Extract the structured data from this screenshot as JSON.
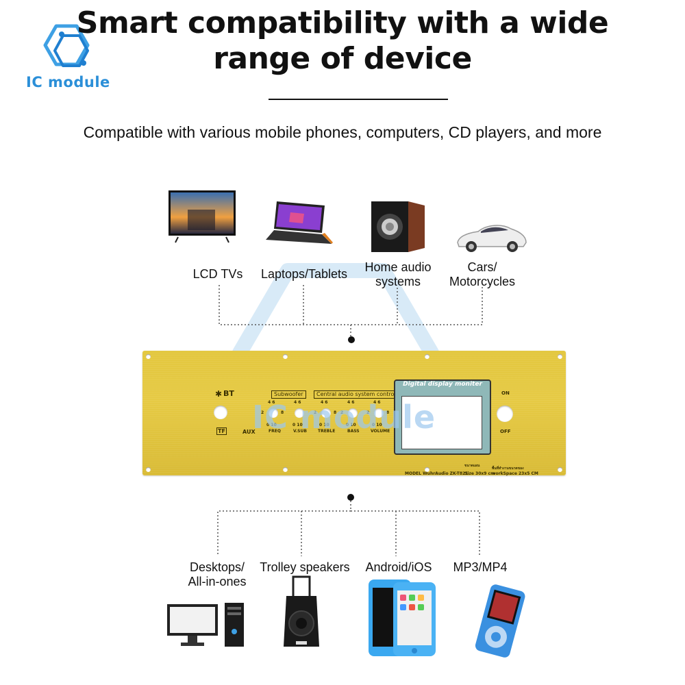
{
  "brand": {
    "name": "IC module",
    "accent": "#2b8fd8"
  },
  "header": {
    "title": "Smart compatibility with a wide range of device",
    "title_line1": "Smart compatibility with a wide",
    "title_line2": "range of device",
    "subtitle": "Compatible with various mobile phones, computers, CD players, and more"
  },
  "devices_top": [
    {
      "label": "LCD TVs",
      "icon": "tv-icon"
    },
    {
      "label": "Laptops/Tablets",
      "icon": "laptop-icon"
    },
    {
      "label_l1": "Home audio",
      "label_l2": "systems",
      "icon": "speaker-icon"
    },
    {
      "label_l1": "Cars/",
      "label_l2": "Motorcycles",
      "icon": "car-icon"
    }
  ],
  "devices_bottom": [
    {
      "label_l1": "Desktops/",
      "label_l2": "All-in-ones",
      "icon": "desktop-icon"
    },
    {
      "label": "Trolley speakers",
      "icon": "trolley-speaker-icon"
    },
    {
      "label": "Android/iOS",
      "icon": "phone-icon"
    },
    {
      "label": "MP3/MP4",
      "icon": "mp3-player-icon"
    }
  ],
  "panel": {
    "bt": "BT",
    "usb_tf": "TF",
    "aux": "AUX",
    "subwoofer_box": "Subwoofer",
    "central_box": "Central audio system control",
    "knobs": [
      "FREQ",
      "V.SUB",
      "TREBLE",
      "BASS",
      "VOLUME"
    ],
    "scale_top": "4  6",
    "scale_mid_l": "2",
    "scale_mid_r": "8",
    "scale_bot": "0  10",
    "display_title": "Digital display moniter",
    "on": "ON",
    "off": "OFF",
    "model": "MODEL WuhrAudio ZK-T821",
    "size": "Size 30x9 cm",
    "workspace": "workSpace 23x5 CM",
    "thai_size": "ขนาดแผน",
    "thai_work": "พื้นที่ทำงานขนาดของ",
    "color": "#e3c73f"
  }
}
